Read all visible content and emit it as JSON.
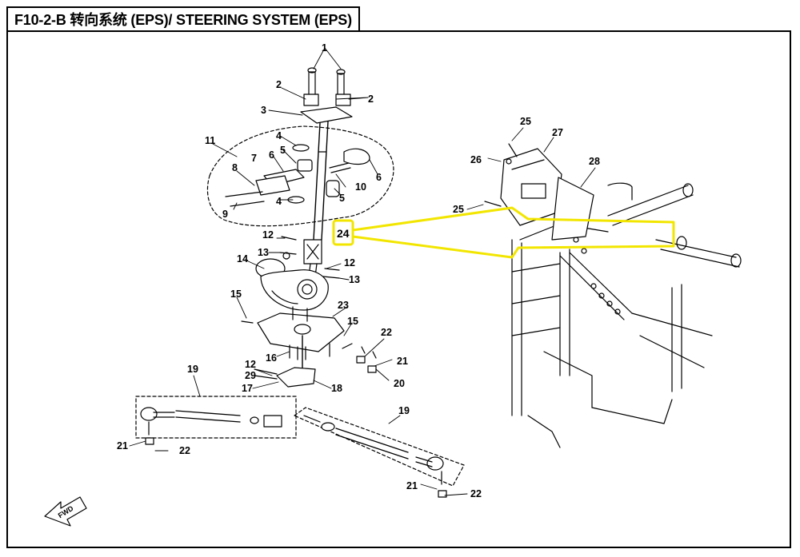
{
  "title": "F10-2-B 转向系统 (EPS)/ STEERING SYSTEM (EPS)",
  "fwd_label": "FWD",
  "highlight_color": "#f2e600",
  "callouts": {
    "c1": "1",
    "c2a": "2",
    "c2b": "2",
    "c3": "3",
    "c4a": "4",
    "c4b": "4",
    "c5a": "5",
    "c5b": "5",
    "c6a": "6",
    "c6b": "6",
    "c7": "7",
    "c8": "8",
    "c9": "9",
    "c10": "10",
    "c11": "11",
    "c12a": "12",
    "c12b": "12",
    "c12c": "12",
    "c13a": "13",
    "c13b": "13",
    "c14": "14",
    "c15a": "15",
    "c15b": "15",
    "c16": "16",
    "c17": "17",
    "c18": "18",
    "c19a": "19",
    "c19b": "19",
    "c20": "20",
    "c21a": "21",
    "c21b": "21",
    "c21c": "21",
    "c22a": "22",
    "c22b": "22",
    "c22c": "22",
    "c23": "23",
    "c24": "24",
    "c25a": "25",
    "c25b": "25",
    "c26": "26",
    "c27": "27",
    "c28": "28",
    "c29": "29"
  }
}
